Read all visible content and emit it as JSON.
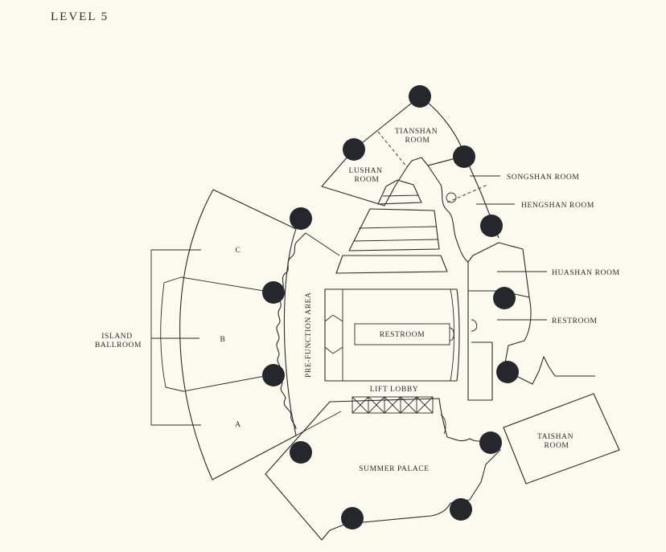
{
  "floor": {
    "title": "LEVEL 5"
  },
  "rooms": {
    "tianshan": [
      "TIANSHAN",
      "ROOM"
    ],
    "lushan": [
      "LUSHAN",
      "ROOM"
    ],
    "songshan": "SONGSHAN ROOM",
    "hengshan": "HENGSHAN ROOM",
    "huashan": "HUASHAN ROOM",
    "restroom_east": "RESTROOM",
    "restroom_center": "RESTROOM",
    "island_ballroom": [
      "ISLAND",
      "BALLROOM"
    ],
    "section_a": "A",
    "section_b": "B",
    "section_c": "C",
    "prefunction": "PRE-FUNCTION AREA",
    "lift_lobby": "LIFT LOBBY",
    "taishan": [
      "TAISHAN",
      "ROOM"
    ],
    "summer_palace": "SUMMER PALACE"
  },
  "colors": {
    "background": "#fcf9ee",
    "line": "#2a2a2a",
    "marker": "#26272c"
  }
}
